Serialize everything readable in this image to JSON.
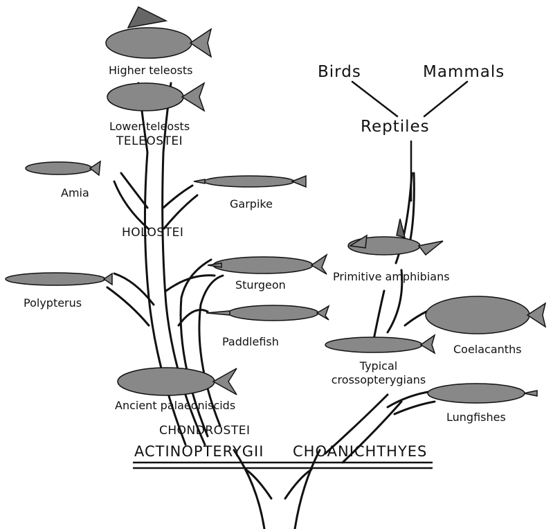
{
  "labels": {
    "birds": "Birds",
    "mammals": "Mammals",
    "reptiles": "Reptiles",
    "higher_teleosts": "Higher teleosts",
    "lower_teleosts": "Lower teleosts",
    "teleostei": "TELEOSTEI",
    "amia": "Amia",
    "garpike": "Garpike",
    "holostei": "HOLOSTEI",
    "primitive_amphibians": "Primitive amphibians",
    "sturgeon": "Sturgeon",
    "polypterus": "Polypterus",
    "coelacanths": "Coelacanths",
    "paddlefish": "Paddlefish",
    "typical_crossopterygians_1": "Typical",
    "typical_crossopterygians_2": "crossopterygians",
    "lungfishes": "Lungfishes",
    "ancient_palaeoniscids": "Ancient palaeoniscids",
    "chondrostei": "CHONDROSTEI",
    "actinopterygii": "ACTINOPTERYGII",
    "choanichthyes": "CHOANICHTHYES"
  },
  "icons": [
    "fish-icon",
    "amphibian-icon",
    "coelacanth-icon",
    "lungfish-icon"
  ],
  "colors": {
    "ink": "#111111",
    "background": "#ffffff"
  }
}
